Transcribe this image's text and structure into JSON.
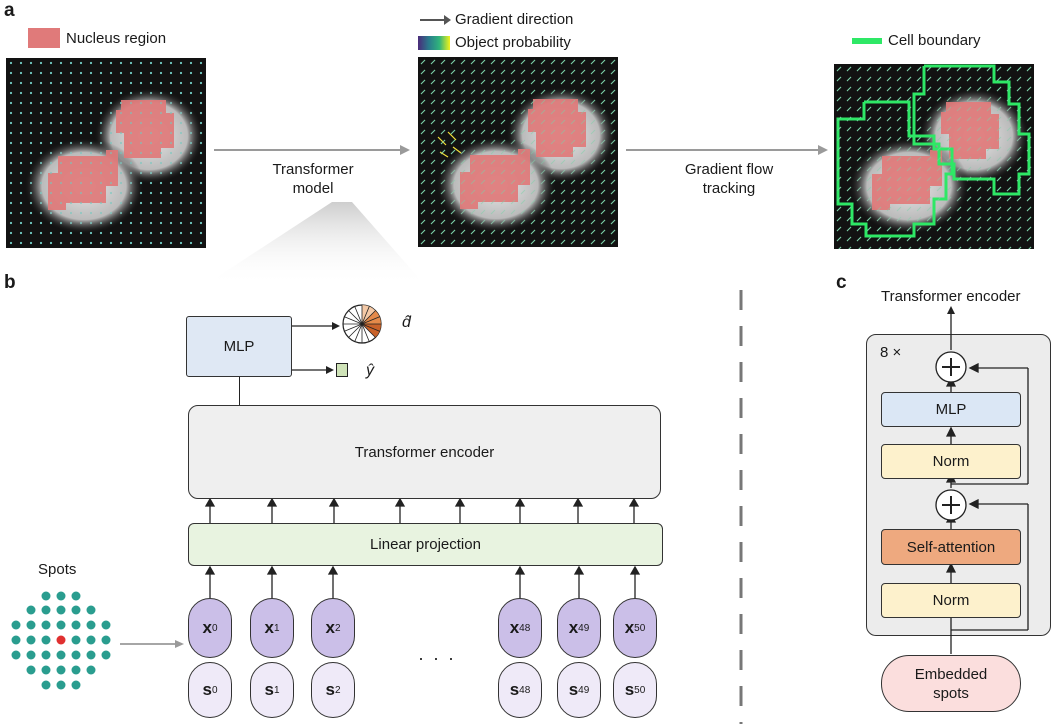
{
  "panel_a": {
    "letter": "a",
    "legend_nucleus": "Nucleus region",
    "legend_gradient": "Gradient direction",
    "legend_probability": "Object probability",
    "legend_boundary": "Cell boundary",
    "arrow1_label_line1": "Transformer",
    "arrow1_label_line2": "model",
    "arrow2_label_line1": "Gradient flow",
    "arrow2_label_line2": "tracking",
    "colors": {
      "nucleus": "#e07a7a",
      "boundary": "#2ee866",
      "gradient_start": "#4b2a7a",
      "gradient_end": "#f2f21a"
    }
  },
  "panel_b": {
    "letter": "b",
    "mlp_label": "MLP",
    "output_d": "d̂",
    "output_y": "ŷ",
    "encoder_label": "Transformer encoder",
    "projection_label": "Linear projection",
    "spots_label": "Spots",
    "ellipsis": "· · ·",
    "tokens_x": [
      {
        "base": "x",
        "sup": "0"
      },
      {
        "base": "x",
        "sup": "1"
      },
      {
        "base": "x",
        "sup": "2"
      },
      {
        "base": "x",
        "sup": "48"
      },
      {
        "base": "x",
        "sup": "49"
      },
      {
        "base": "x",
        "sup": "50"
      }
    ],
    "tokens_s": [
      {
        "base": "s",
        "sup": "0"
      },
      {
        "base": "s",
        "sup": "1"
      },
      {
        "base": "s",
        "sup": "2"
      },
      {
        "base": "s",
        "sup": "48"
      },
      {
        "base": "s",
        "sup": "49"
      },
      {
        "base": "s",
        "sup": "50"
      }
    ],
    "colors": {
      "token_x": "#cbbfe8",
      "token_s": "#efeaf8",
      "projection": "#e8f3e0",
      "encoder": "#efefef",
      "mlp": "#dfe8f4",
      "spot": "#2a9d8f",
      "center_spot": "#e03030"
    }
  },
  "panel_c": {
    "letter": "c",
    "title": "Transformer encoder",
    "repeat": "8 ×",
    "mlp_label": "MLP",
    "norm_top": "Norm",
    "self_attention": "Self-attention",
    "norm_bottom": "Norm",
    "input_line1": "Embedded",
    "input_line2": "spots",
    "colors": {
      "mlp": "#dbe7f5",
      "norm": "#fdf1cc",
      "attention": "#eea97f",
      "input": "#fbdedd",
      "frame": "#ececec"
    }
  }
}
